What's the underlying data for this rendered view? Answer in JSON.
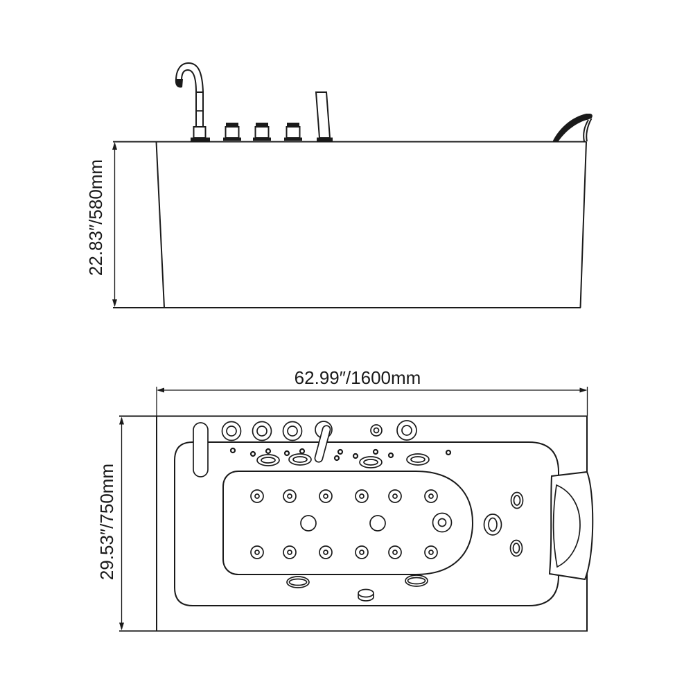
{
  "page": {
    "background": "#ffffff",
    "line_color": "#1a1a1a",
    "description_labels": {
      "height_label": "22.83″/580mm",
      "width_label": "62.99″/1600mm",
      "depth_label": "29.53″/750mm"
    }
  },
  "side_view": {
    "height_label": "22.83″/580mm"
  },
  "top_view": {
    "width_label": "62.99″/1600mm",
    "depth_label": "29.53″/750mm"
  }
}
